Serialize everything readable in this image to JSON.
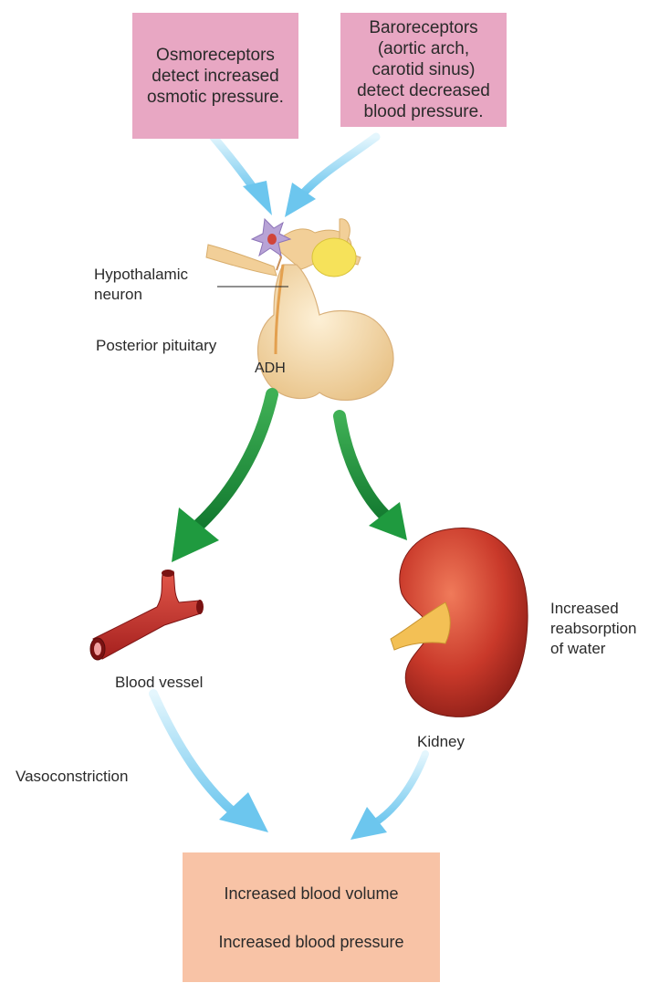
{
  "boxes": {
    "osmoreceptors": "Osmoreceptors\ndetect increased\nosmotic pressure.",
    "baroreceptors": "Baroreceptors\n(aortic arch,\ncarotid sinus)\ndetect decreased\nblood pressure.",
    "result_line1": "Increased blood volume",
    "result_line2": "Increased blood pressure"
  },
  "labels": {
    "hypothalamic_neuron": "Hypothalamic\nneuron",
    "posterior_pituitary": "Posterior pituitary",
    "adh": "ADH",
    "blood_vessel": "Blood vessel",
    "kidney": "Kidney",
    "vasoconstriction": "Vasoconstriction",
    "reabsorption": "Increased\nreabsorption\nof water"
  },
  "colors": {
    "pink_box": "#e8a7c3",
    "peach_box": "#f8c3a6",
    "blue_arrow": "#7ccdf0",
    "green_arrow": "#1f9a3f",
    "pituitary": "#f5d6a3",
    "kidney": "#c8352a",
    "vessel": "#b52a2a"
  }
}
